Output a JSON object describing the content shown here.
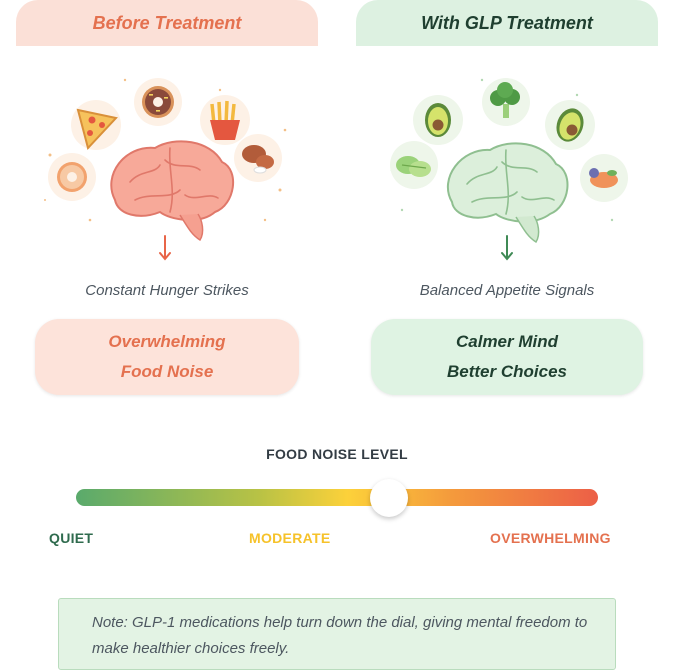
{
  "before": {
    "header": "Before Treatment",
    "caption": "Constant Hunger Strikes",
    "pill_line1": "Overwhelming",
    "pill_line2": "Food Noise",
    "color": "#e4714f",
    "icons": [
      "pizza-icon",
      "donut-icon",
      "fries-icon",
      "chicken-icon",
      "glazed-donut-icon",
      "brain-icon",
      "down-arrow-icon"
    ]
  },
  "after": {
    "header": "With GLP Treatment",
    "caption": "Balanced Appetite Signals",
    "pill_line1": "Calmer Mind",
    "pill_line2": "Better Choices",
    "color": "#1f3f30",
    "icons": [
      "avocado-icon",
      "broccoli-icon",
      "avocado-icon",
      "lettuce-icon",
      "salmon-icon",
      "brain-icon",
      "down-arrow-icon"
    ]
  },
  "meter": {
    "title": "FOOD NOISE LEVEL",
    "level_fraction": 0.6,
    "labels": {
      "quiet": "QUIET",
      "moderate": "MODERATE",
      "overwhelming": "OVERWHELMING"
    }
  },
  "note": "Note: GLP-1 medications help turn down the dial, giving mental freedom to make healthier choices freely."
}
